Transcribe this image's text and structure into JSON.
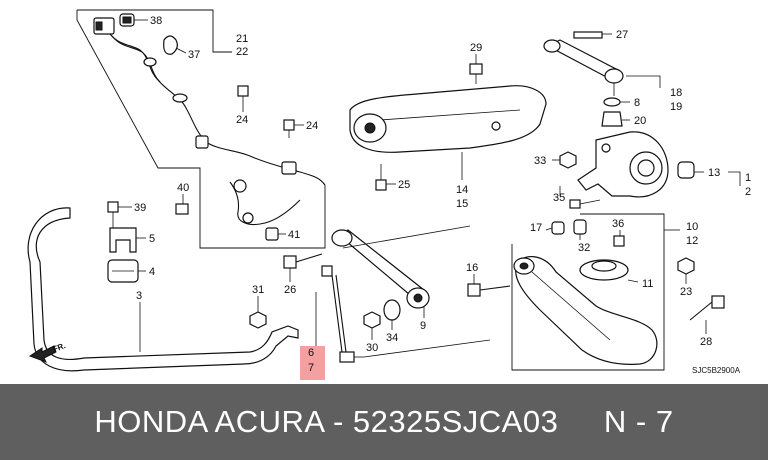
{
  "diagram": {
    "callouts": {
      "c38": "38",
      "c21": "21",
      "c22": "22",
      "c37": "37",
      "c24a": "24",
      "c24b": "24",
      "c40": "40",
      "c39": "39",
      "c5": "5",
      "c4": "4",
      "c41": "41",
      "c31": "31",
      "c3": "3",
      "c26": "26",
      "c6": "6",
      "c7": "7",
      "c30": "30",
      "c34": "34",
      "c9": "9",
      "c29": "29",
      "c14": "14",
      "c15": "15",
      "c25": "25",
      "c27": "27",
      "c18": "18",
      "c8": "8",
      "c19": "19",
      "c20": "20",
      "c33": "33",
      "c13": "13",
      "c1": "1",
      "c2": "2",
      "c35": "35",
      "c17": "17",
      "c36": "36",
      "c32": "32",
      "c10": "10",
      "c12": "12",
      "c16": "16",
      "c11": "11",
      "c23": "23",
      "c28": "28"
    },
    "highlight_color": "#f4a0a0",
    "front_arrow_label": "FR.",
    "reference_code": "SJC5B2900A"
  },
  "banner": {
    "text": "HONDA ACURA - 52325SJCA03     N - 7",
    "background": "#5f5f5f",
    "text_color": "#ffffff"
  }
}
